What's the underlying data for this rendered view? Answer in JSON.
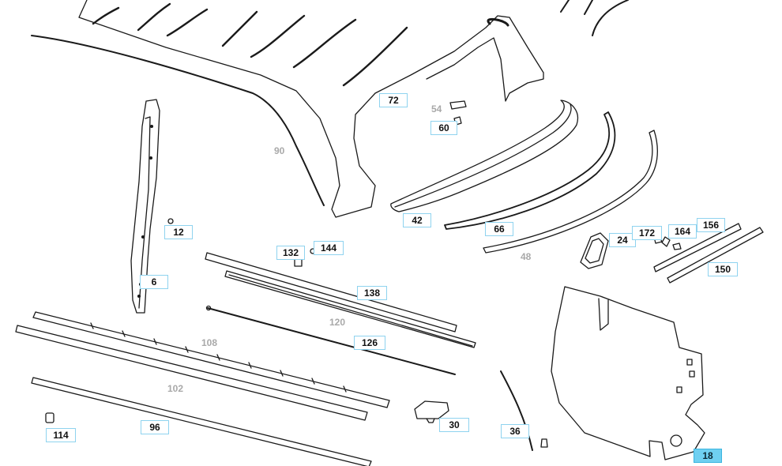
{
  "diagram": {
    "callouts": [
      {
        "id": "c72",
        "label": "72"
      },
      {
        "id": "c60",
        "label": "60"
      },
      {
        "id": "c12",
        "label": "12"
      },
      {
        "id": "c6",
        "label": "6"
      },
      {
        "id": "c42",
        "label": "42"
      },
      {
        "id": "c66",
        "label": "66"
      },
      {
        "id": "c24",
        "label": "24"
      },
      {
        "id": "c172",
        "label": "172"
      },
      {
        "id": "c164",
        "label": "164"
      },
      {
        "id": "c156",
        "label": "156"
      },
      {
        "id": "c150",
        "label": "150"
      },
      {
        "id": "c132",
        "label": "132"
      },
      {
        "id": "c144",
        "label": "144"
      },
      {
        "id": "c138",
        "label": "138"
      },
      {
        "id": "c126",
        "label": "126"
      },
      {
        "id": "c96",
        "label": "96"
      },
      {
        "id": "c114",
        "label": "114"
      },
      {
        "id": "c30",
        "label": "30"
      },
      {
        "id": "c36",
        "label": "36"
      },
      {
        "id": "c18",
        "label": "18",
        "selected": true
      }
    ],
    "grey_labels": [
      {
        "id": "g54",
        "label": "54"
      },
      {
        "id": "g90",
        "label": "90"
      },
      {
        "id": "g48",
        "label": "48"
      },
      {
        "id": "g120",
        "label": "120"
      },
      {
        "id": "g108",
        "label": "108"
      },
      {
        "id": "g102",
        "label": "102"
      }
    ]
  },
  "colors": {
    "line": "#1a1a1a",
    "callout_border": "#8fd3ef",
    "callout_selected_fill": "#6fd0f1",
    "grey_label": "#a9a9a9"
  }
}
